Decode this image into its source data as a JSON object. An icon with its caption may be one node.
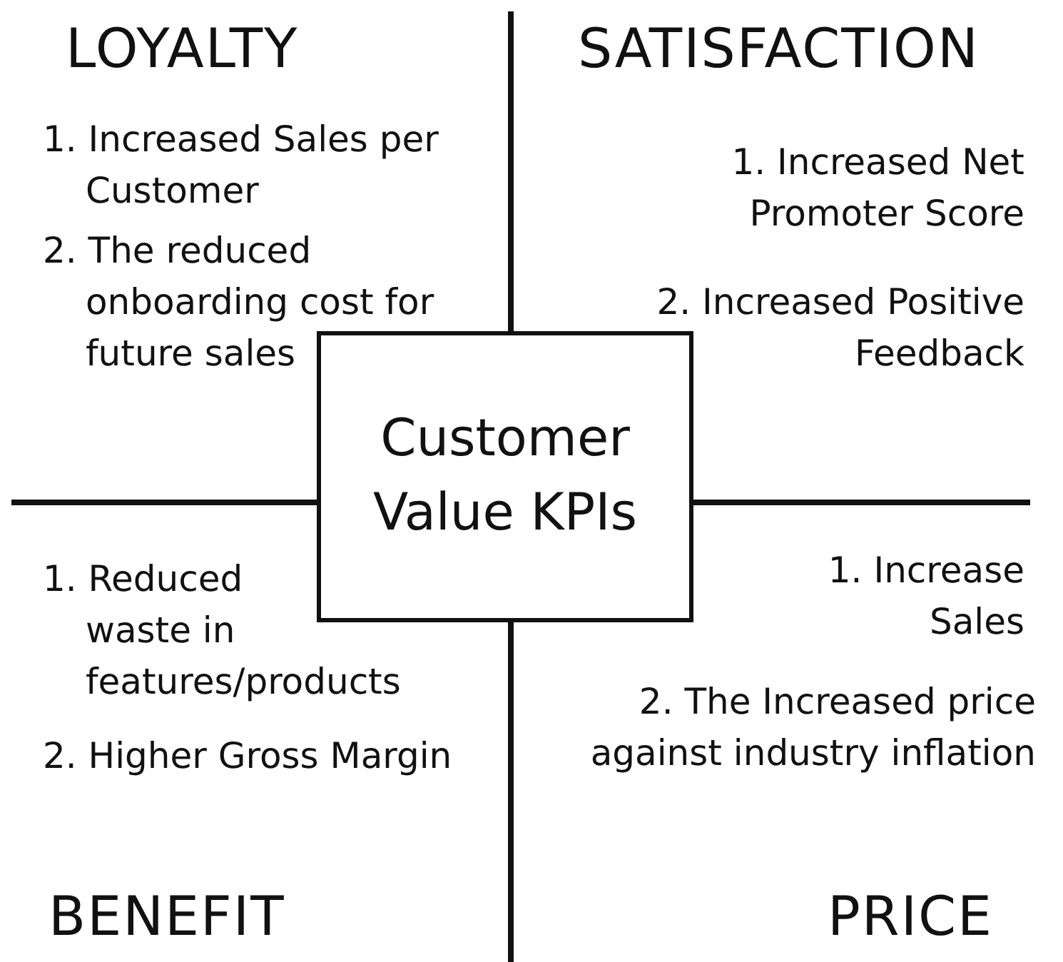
{
  "diagram": {
    "nodes": [
      {
        "text": [
          "Customer Value KPIs"
        ]
      }
    ],
    "labels": [
      "LOYALTY",
      "1. Increased Sales per Customer",
      "2. The reduced onboarding cost for future sales",
      "SATISFACTION",
      "1. Increased Net Promoter Score",
      "2. Increased Positive Feedback",
      "1. Reduced waste in features/products",
      "2. Higher Gross Margin",
      "1. Increase Sales",
      "2. The Increased price against industry inflation",
      "BENEFIT",
      "PRICE"
    ]
  }
}
